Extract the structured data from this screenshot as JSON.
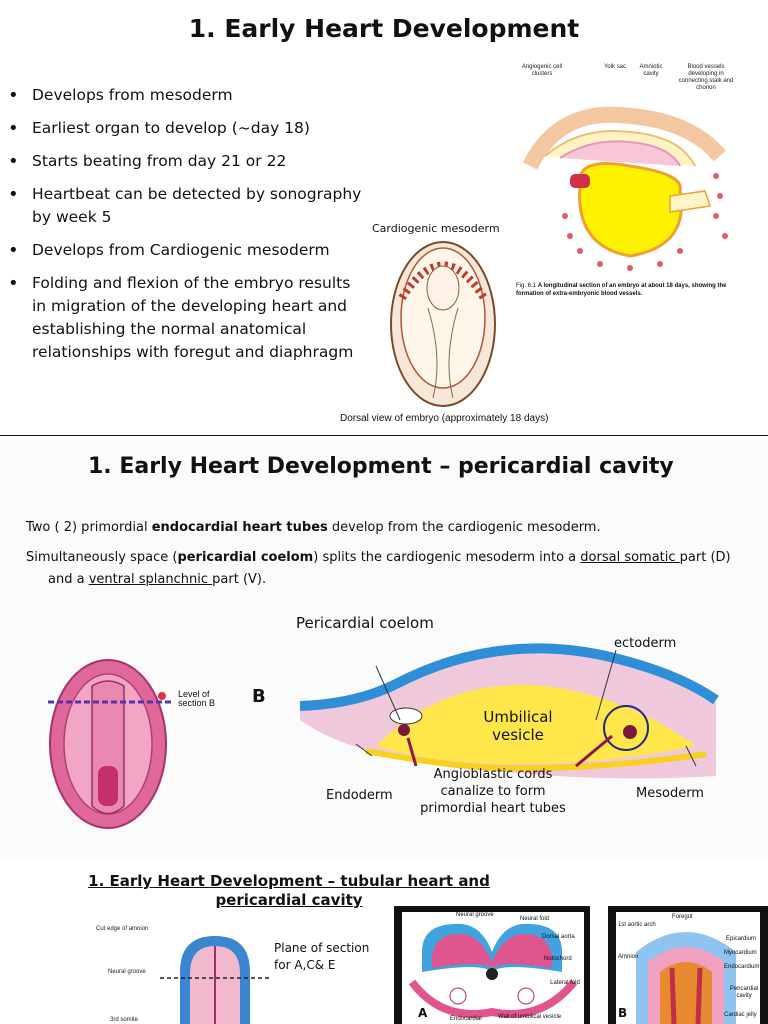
{
  "slide1": {
    "title": "1. Early Heart Development",
    "bullets": [
      "Develops from mesoderm",
      "Earliest organ to develop (~day 18)",
      "Starts beating from day 21 or 22",
      "Heartbeat can be detected by sonography by week 5",
      "Develops from Cardiogenic mesoderm",
      "Folding and flexion of the embryo results in migration of the developing heart and establishing the normal anatomical relationships with foregut and diaphragm"
    ],
    "embryo_label": "Cardiogenic mesoderm",
    "embryo_caption": "Dorsal view of embryo (approximately 18 days)",
    "fig_labels": {
      "angiogenic": "Angiogenic cell clusters",
      "yolk_sac": "Yolk sac",
      "amniotic": "Amniotic cavity",
      "blood_vessels": "Blood vessels developing in connecting stalk and chorion"
    },
    "fig_caption_num": "Fig. 6.1",
    "fig_caption": "A longitudinal section of an embryo at about 18 days, showing the formation of extra-embryonic blood vessels."
  },
  "slide2": {
    "title": "1. Early Heart Development – pericardial cavity",
    "line1_a": "Two ( 2)  primordial ",
    "line1_b": "endocardial heart tubes",
    "line1_c": " develop  from the cardiogenic mesoderm.",
    "line2_a": "Simultaneously space (",
    "line2_b": "pericardial coelom",
    "line2_c": ") splits the cardiogenic mesoderm into a ",
    "line2_d": "dorsal somatic ",
    "line2_e": "part (D)",
    "line3_a": "and a ",
    "line3_b": "ventral splanchnic ",
    "line3_c": "part (V).",
    "level_label": "Level of section B",
    "panel_letter": "B",
    "pericardial_coelom": "Pericardial coelom",
    "ectoderm": "ectoderm",
    "umbilical_vesicle": "Umbilical vesicle",
    "endoderm": "Endoderm",
    "angioblastic": "Angioblastic cords canalize to form primordial heart tubes",
    "mesoderm": "Mesoderm"
  },
  "slide3": {
    "title": "1. Early Heart Development – tubular heart and pericardial cavity",
    "left_labels": {
      "cut_edge": "Cut edge of amnion",
      "neural_groove": "Neural groove",
      "third_somite": "3rd somite"
    },
    "plane_label": "Plane of section for  A,C& E",
    "panel_a_letter": "A",
    "panel_b_letter": "B",
    "panel_a_labels": {
      "neural_groove": "Neural groove",
      "neural_fold": "Neural fold",
      "dorsal_aorta": "Dorsal aorta",
      "notochord": "Notochord",
      "lateral_fold": "Lateral fold",
      "endocardial": "Endocardial",
      "wall": "Wall of umbilical vesicle"
    },
    "panel_b_labels": {
      "foregut": "Foregut",
      "first_aortic_arch": "1st aortic arch",
      "amnion": "Amnion",
      "epicardium": "Epicardium",
      "myocardium": "Myocardium",
      "endocardium": "Endocardium",
      "pericardial_cavity": "Pericardial cavity",
      "cardiac_jelly": "Cardiac jelly"
    }
  }
}
